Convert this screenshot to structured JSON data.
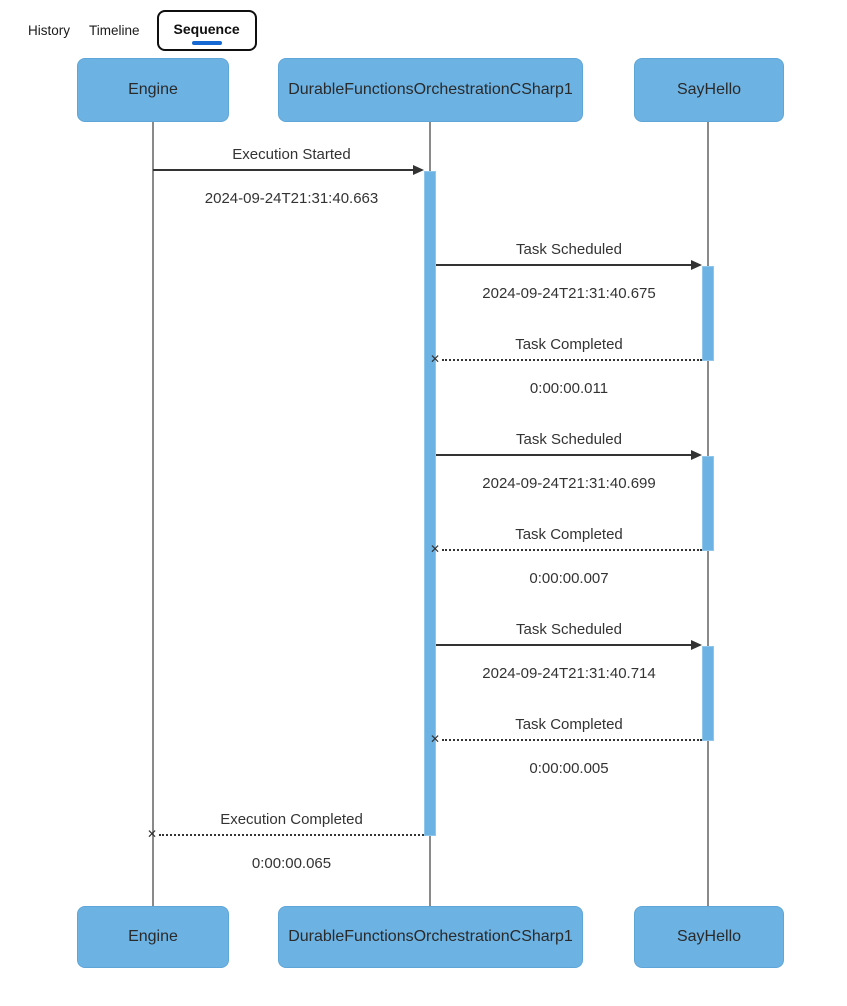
{
  "tab_bar": {
    "tabs": [
      {
        "label": "History",
        "active": false
      },
      {
        "label": "Timeline",
        "active": false
      },
      {
        "label": "Sequence",
        "active": true
      }
    ]
  },
  "colors": {
    "participant_fill": "#6CB2E3",
    "participant_border": "#5FA6D8",
    "activation_fill": "#6CB2E3",
    "activation_border": "#8FC7EC",
    "lifeline": "#8a8a8a",
    "arrow": "#333333",
    "text": "#333333",
    "tab_active_underline": "#1669D2"
  },
  "diagram": {
    "participants": [
      "Engine",
      "DurableFunctionsOrchestrationCSharp1",
      "SayHello"
    ],
    "messages": [
      {
        "label": "Execution Started",
        "from": 0,
        "to": 1,
        "line": "solid",
        "head": "arrow",
        "sublabel": "2024-09-24T21:31:40.663",
        "sublabel_type": "timestamp"
      },
      {
        "label": "Task Scheduled",
        "from": 1,
        "to": 2,
        "line": "solid",
        "head": "arrow",
        "sublabel": "2024-09-24T21:31:40.675",
        "sublabel_type": "timestamp"
      },
      {
        "label": "Task Completed",
        "from": 2,
        "to": 1,
        "line": "dotted",
        "head": "cross",
        "sublabel": "0:00:00.011",
        "sublabel_type": "duration"
      },
      {
        "label": "Task Scheduled",
        "from": 1,
        "to": 2,
        "line": "solid",
        "head": "arrow",
        "sublabel": "2024-09-24T21:31:40.699",
        "sublabel_type": "timestamp"
      },
      {
        "label": "Task Completed",
        "from": 2,
        "to": 1,
        "line": "dotted",
        "head": "cross",
        "sublabel": "0:00:00.007",
        "sublabel_type": "duration"
      },
      {
        "label": "Task Scheduled",
        "from": 1,
        "to": 2,
        "line": "solid",
        "head": "arrow",
        "sublabel": "2024-09-24T21:31:40.714",
        "sublabel_type": "timestamp"
      },
      {
        "label": "Task Completed",
        "from": 2,
        "to": 1,
        "line": "dotted",
        "head": "cross",
        "sublabel": "0:00:00.005",
        "sublabel_type": "duration"
      },
      {
        "label": "Execution Completed",
        "from": 1,
        "to": 0,
        "line": "dotted",
        "head": "cross",
        "sublabel": "0:00:00.065",
        "sublabel_type": "duration"
      }
    ],
    "activations": [
      {
        "participant": 1,
        "from_message": 0,
        "to_message": 7
      },
      {
        "participant": 2,
        "from_message": 1,
        "to_message": 2
      },
      {
        "participant": 2,
        "from_message": 3,
        "to_message": 4
      },
      {
        "participant": 2,
        "from_message": 5,
        "to_message": 6
      }
    ]
  }
}
